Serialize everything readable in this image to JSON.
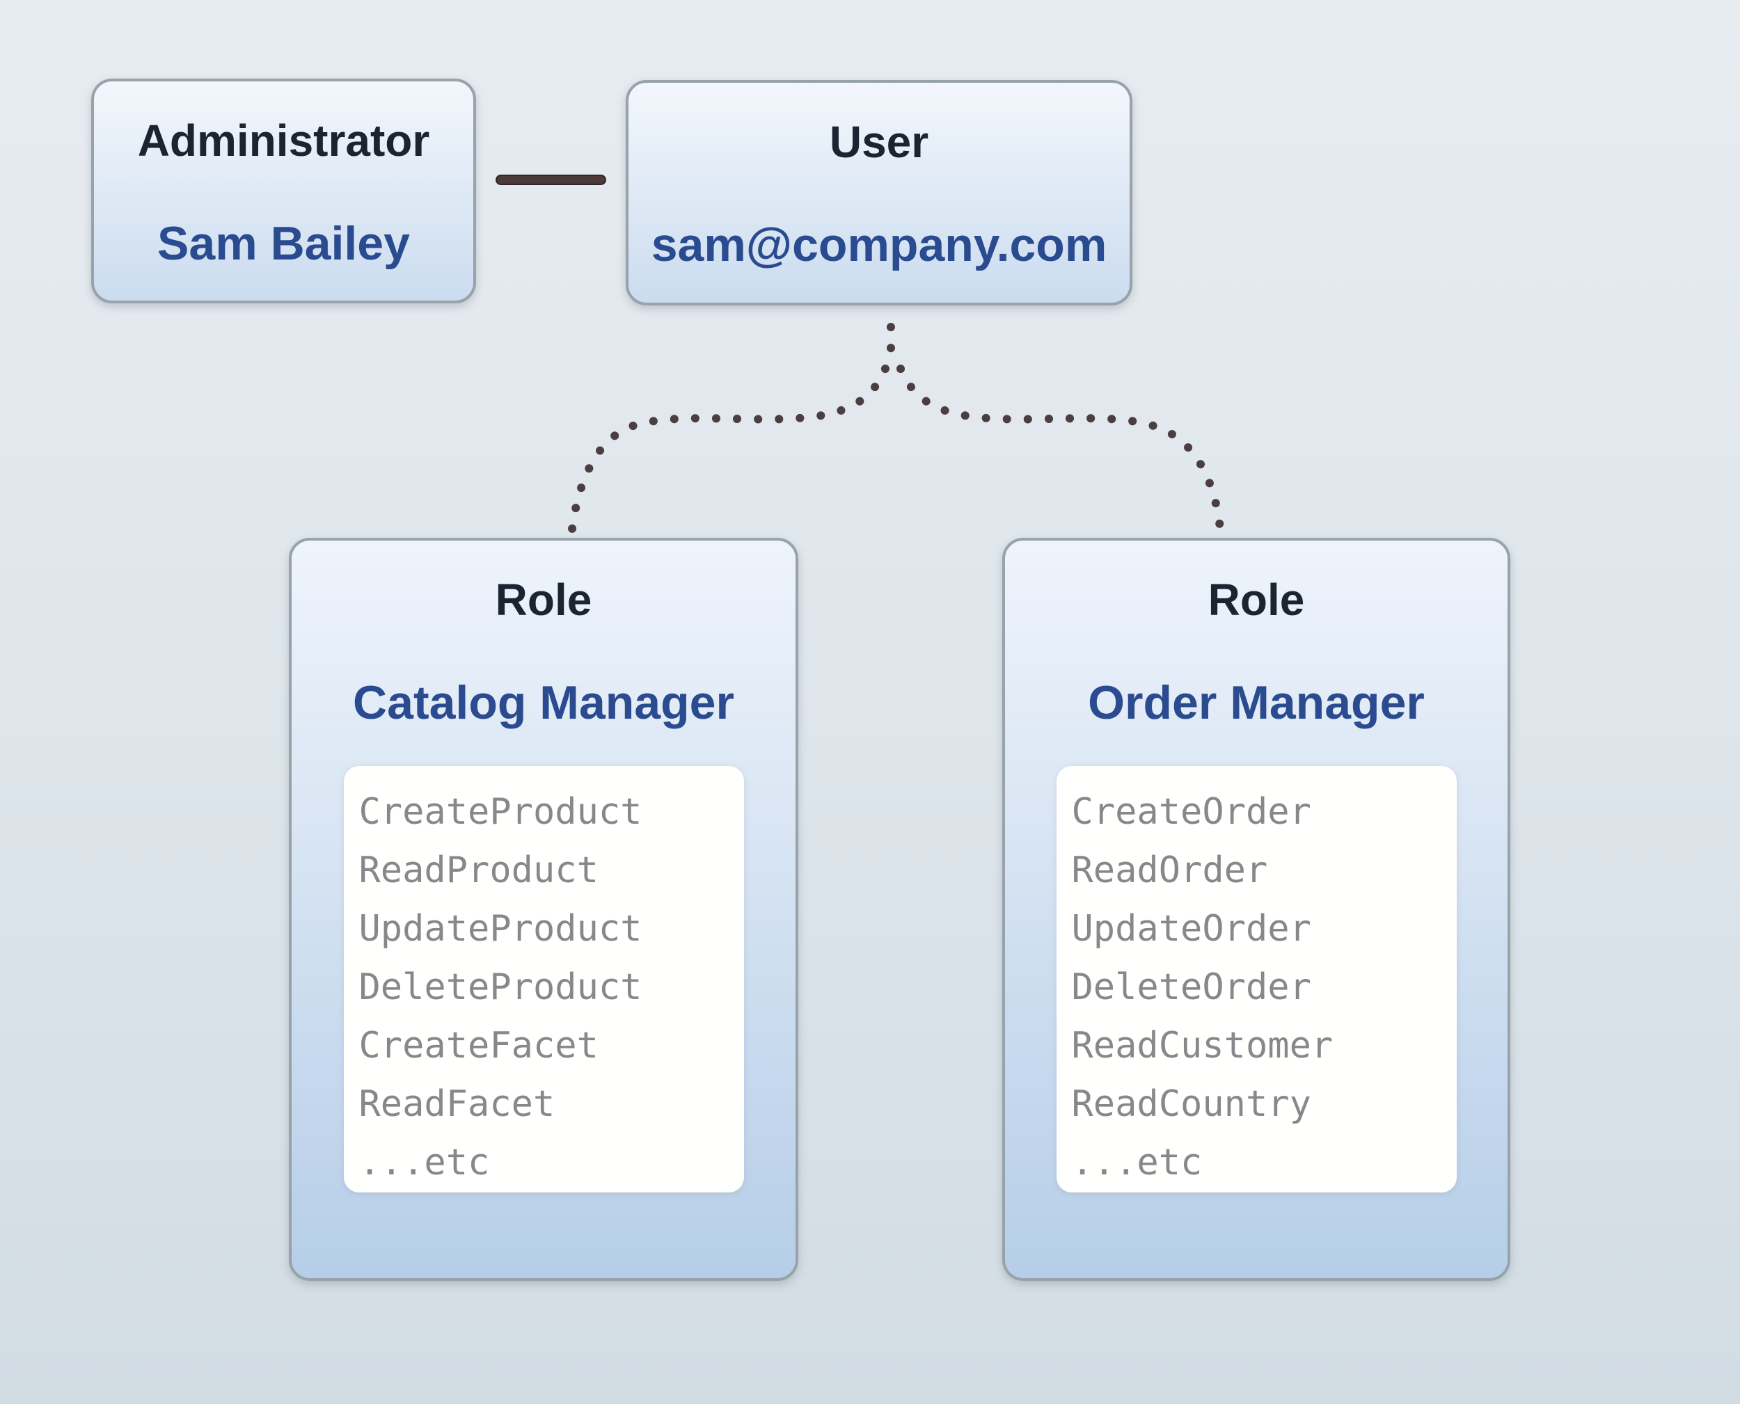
{
  "colors": {
    "background_top": "#e7ecf1",
    "background_mid": "#dde5eb",
    "background_bottom": "#d2dce3",
    "card_border": "#97a2aa",
    "card_gradient_top": "#f3f7fc",
    "card_gradient_bottom": "#cbdcef",
    "role_gradient_top": "#eff4fb",
    "role_gradient_bottom": "#b6cee8",
    "heading_text": "#1b2430",
    "accent_text": "#2b4b90",
    "permission_text": "#87888b",
    "list_background": "#fffffe",
    "connector": "#4c3a39",
    "dots": "#4b3e41"
  },
  "admin_card": {
    "title": "Administrator",
    "name": "Sam Bailey"
  },
  "user_card": {
    "title": "User",
    "email": "sam@company.com"
  },
  "roles": [
    {
      "title": "Role",
      "name": "Catalog Manager",
      "permissions": [
        "CreateProduct",
        "ReadProduct",
        "UpdateProduct",
        "DeleteProduct",
        "CreateFacet",
        "ReadFacet",
        "...etc"
      ]
    },
    {
      "title": "Role",
      "name": "Order Manager",
      "permissions": [
        "CreateOrder",
        "ReadOrder",
        "UpdateOrder",
        "DeleteOrder",
        "ReadCustomer",
        "ReadCountry",
        "...etc"
      ]
    }
  ]
}
